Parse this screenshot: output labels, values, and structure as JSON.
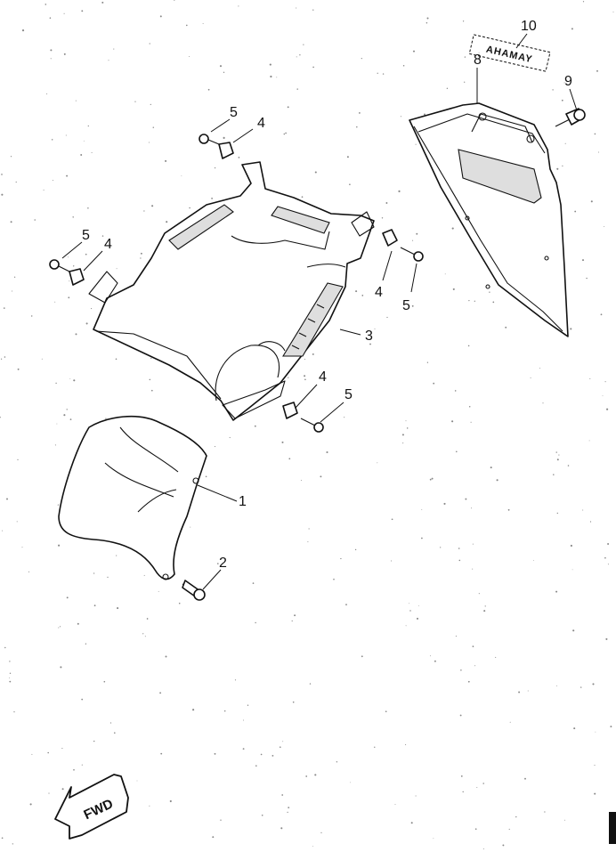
{
  "callouts": [
    {
      "id": "1",
      "label": "1"
    },
    {
      "id": "2",
      "label": "2"
    },
    {
      "id": "3",
      "label": "3"
    },
    {
      "id": "4a",
      "label": "4"
    },
    {
      "id": "4b",
      "label": "4"
    },
    {
      "id": "4c",
      "label": "4"
    },
    {
      "id": "4d",
      "label": "4"
    },
    {
      "id": "5a",
      "label": "5"
    },
    {
      "id": "5b",
      "label": "5"
    },
    {
      "id": "5c",
      "label": "5"
    },
    {
      "id": "5d",
      "label": "5"
    },
    {
      "id": "8",
      "label": "8"
    },
    {
      "id": "9",
      "label": "9"
    },
    {
      "id": "10",
      "label": "10"
    }
  ],
  "decal_text": "AHAMAY",
  "direction_arrow": "FWD",
  "icons": [
    "fwd-arrow-icon"
  ]
}
